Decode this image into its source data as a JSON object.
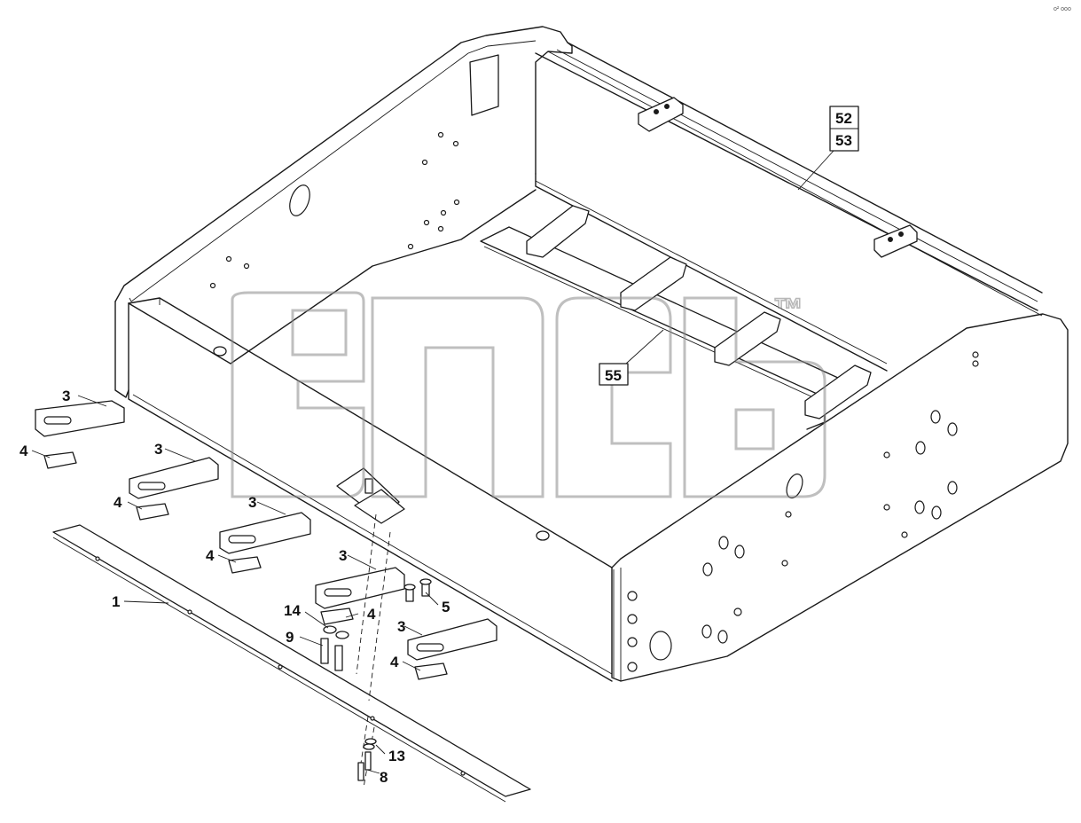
{
  "corner_mark": "o² ooo",
  "watermark": {
    "trademark": "™"
  },
  "callouts": [
    {
      "id": "c1",
      "text": "1"
    },
    {
      "id": "c3a",
      "text": "3"
    },
    {
      "id": "c3b",
      "text": "3"
    },
    {
      "id": "c3c",
      "text": "3"
    },
    {
      "id": "c3d",
      "text": "3"
    },
    {
      "id": "c3e",
      "text": "3"
    },
    {
      "id": "c4a",
      "text": "4"
    },
    {
      "id": "c4b",
      "text": "4"
    },
    {
      "id": "c4c",
      "text": "4"
    },
    {
      "id": "c4d",
      "text": "4"
    },
    {
      "id": "c4e",
      "text": "4"
    },
    {
      "id": "c5",
      "text": "5"
    },
    {
      "id": "c8",
      "text": "8"
    },
    {
      "id": "c9",
      "text": "9"
    },
    {
      "id": "c13",
      "text": "13"
    },
    {
      "id": "c14",
      "text": "14"
    }
  ],
  "boxed_callouts": {
    "b52": "52",
    "b53": "53",
    "b55": "55"
  }
}
